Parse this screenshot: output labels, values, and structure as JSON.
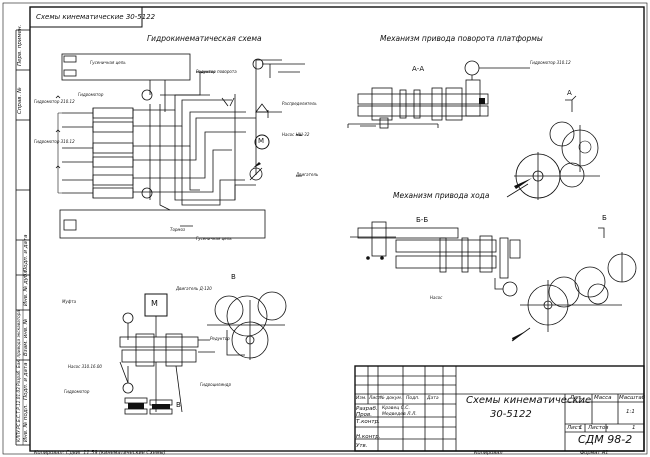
{
  "drawing": {
    "corner_title": "Схемы кинематические 30-5122",
    "footer_left": "Копировал: Сдвиг 11.59 (кинематические Схемы)",
    "footer_mid": "Копировал",
    "footer_right": "Формат А1"
  },
  "views": {
    "hydro_title": "Гидрокинематическая схема",
    "rotation_title": "Механизм привода поворота платформы",
    "travel_title": "Механизм привода хода",
    "section_aa": "А-А",
    "section_bb": "Б-Б",
    "label_a": "А",
    "label_b": "Б",
    "label_v": "В",
    "tank_top": "Гусеничная цепь",
    "tank_bottom": "Гусеничная цепь",
    "motor_symbol": "М"
  },
  "callouts": {
    "c1": "Редуктор поворота",
    "c2": "Гидромотор",
    "c3": "Распределитель",
    "c4": "Насос НШ-32",
    "c5": "Двигатель",
    "c6": "Гидромотор 210.12",
    "c7": "Гидромотор 310.12",
    "c8": "Тормоз",
    "c9": "Двигатель Д-120",
    "c10": "Муфта",
    "c11": "Редуктор",
    "c12": "Насос 310.16.00",
    "c13": "Гидромотор 310.12",
    "c14": "Гидроцилиндр",
    "c15": "Гидромотор",
    "c16": "Насос"
  },
  "side_strip": {
    "s1": "Перв. примен.",
    "s2": "Справ. №",
    "s3": "Подп. и дата",
    "s4": "Инв. № дубл.",
    "s5": "Взам. инв. №",
    "s6": "Подп. и дата",
    "s7": "Инв. № подл.",
    "s8": "КЛПУ.РС.Б.С.Т.Р.12.01.03 Разраб. Бак. привода экскаватора"
  },
  "title_block": {
    "name_line1": "Схемы кинематические",
    "name_line2": "30-5122",
    "code": "СДМ 98-2",
    "col_lit": "Лит.",
    "col_mass": "Масса",
    "col_scale": "Масштаб",
    "sheet_label": "Лист",
    "sheet_no": "1",
    "sheets_label": "Листов",
    "sheets_no": "1",
    "scale_value": "1:1",
    "row_izm": "Изм.",
    "row_list": "Лист",
    "row_doc": "№ докум.",
    "row_sign": "Подп.",
    "row_date": "Дата",
    "r_develop": "Разраб.",
    "r_develop_name": "Кравец С.С.",
    "r_check": "Пров.",
    "r_check_name": "Медведев Л.Л.",
    "r_tcontrol": "Т.контр.",
    "r_ncontrol": "Н.контр.",
    "r_approve": "Утв."
  }
}
